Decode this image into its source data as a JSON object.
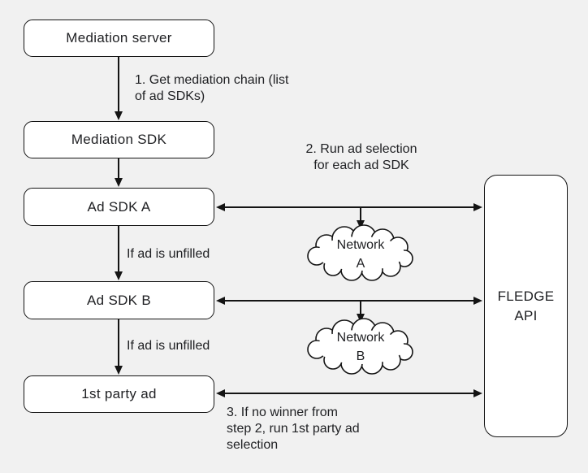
{
  "diagram": {
    "type": "flowchart",
    "colors": {
      "background": "#f1f1f1",
      "node_fill": "#ffffff",
      "stroke": "#141414",
      "text": "#202124"
    },
    "nodes": {
      "mediation_server": {
        "label": "Mediation server"
      },
      "mediation_sdk": {
        "label": "Mediation SDK"
      },
      "ad_sdk_a": {
        "label": "Ad SDK A"
      },
      "ad_sdk_b": {
        "label": "Ad SDK B"
      },
      "first_party_ad": {
        "label": "1st party ad"
      },
      "fledge_api": {
        "label": "FLEDGE\nAPI"
      },
      "network_a": {
        "label": "Network\nA"
      },
      "network_b": {
        "label": "Network\nB"
      }
    },
    "annotations": {
      "step_1": "1. Get mediation chain (list\nof ad SDKs)",
      "step_2": "2. Run ad selection\nfor each ad SDK",
      "if_unfilled_a": "If ad is unfilled",
      "if_unfilled_b": "If ad is unfilled",
      "step_3": "3. If no winner from\nstep 2, run 1st party ad\nselection"
    }
  }
}
